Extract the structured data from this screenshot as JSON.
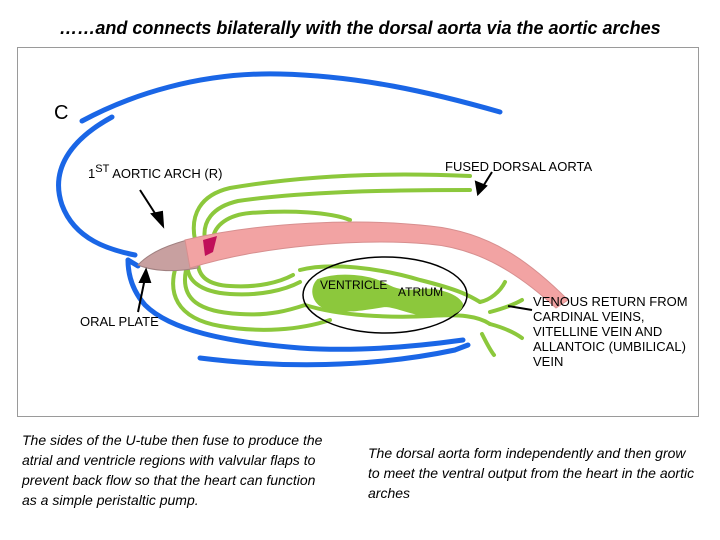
{
  "title": "……and connects bilaterally with the dorsal aorta via the aortic arches",
  "panel_letter": "C",
  "labels": {
    "aortic_arch_prefix": "1",
    "aortic_arch_sup": "ST",
    "aortic_arch_rest": " AORTIC ARCH (R)",
    "fused_dorsal_aorta": "FUSED DORSAL AORTA",
    "ventricle": "VENTRICLE",
    "atrium": "ATRIUM",
    "oral_plate": "ORAL PLATE",
    "venous_return": "VENOUS RETURN FROM CARDINAL VEINS, VITELLINE VEIN AND ALLANTOIC (UMBILICAL) VEIN"
  },
  "captions": {
    "left": "The sides of the U-tube then fuse to produce the atrial and ventricle regions with valvular flaps to prevent back flow so that the heart can function as a simple peristaltic pump.",
    "right": "The dorsal aorta form independently and then grow to meet the ventral output from the heart in the aortic arches"
  },
  "colors": {
    "ectoderm": "#1a66e6",
    "vessel_outline": "#8cc83c",
    "aorta_fill": "#f2a3a3",
    "oral_plate": "#c8a0a0",
    "oral_plate_highlight": "#c0105a",
    "arrow": "#000000"
  }
}
